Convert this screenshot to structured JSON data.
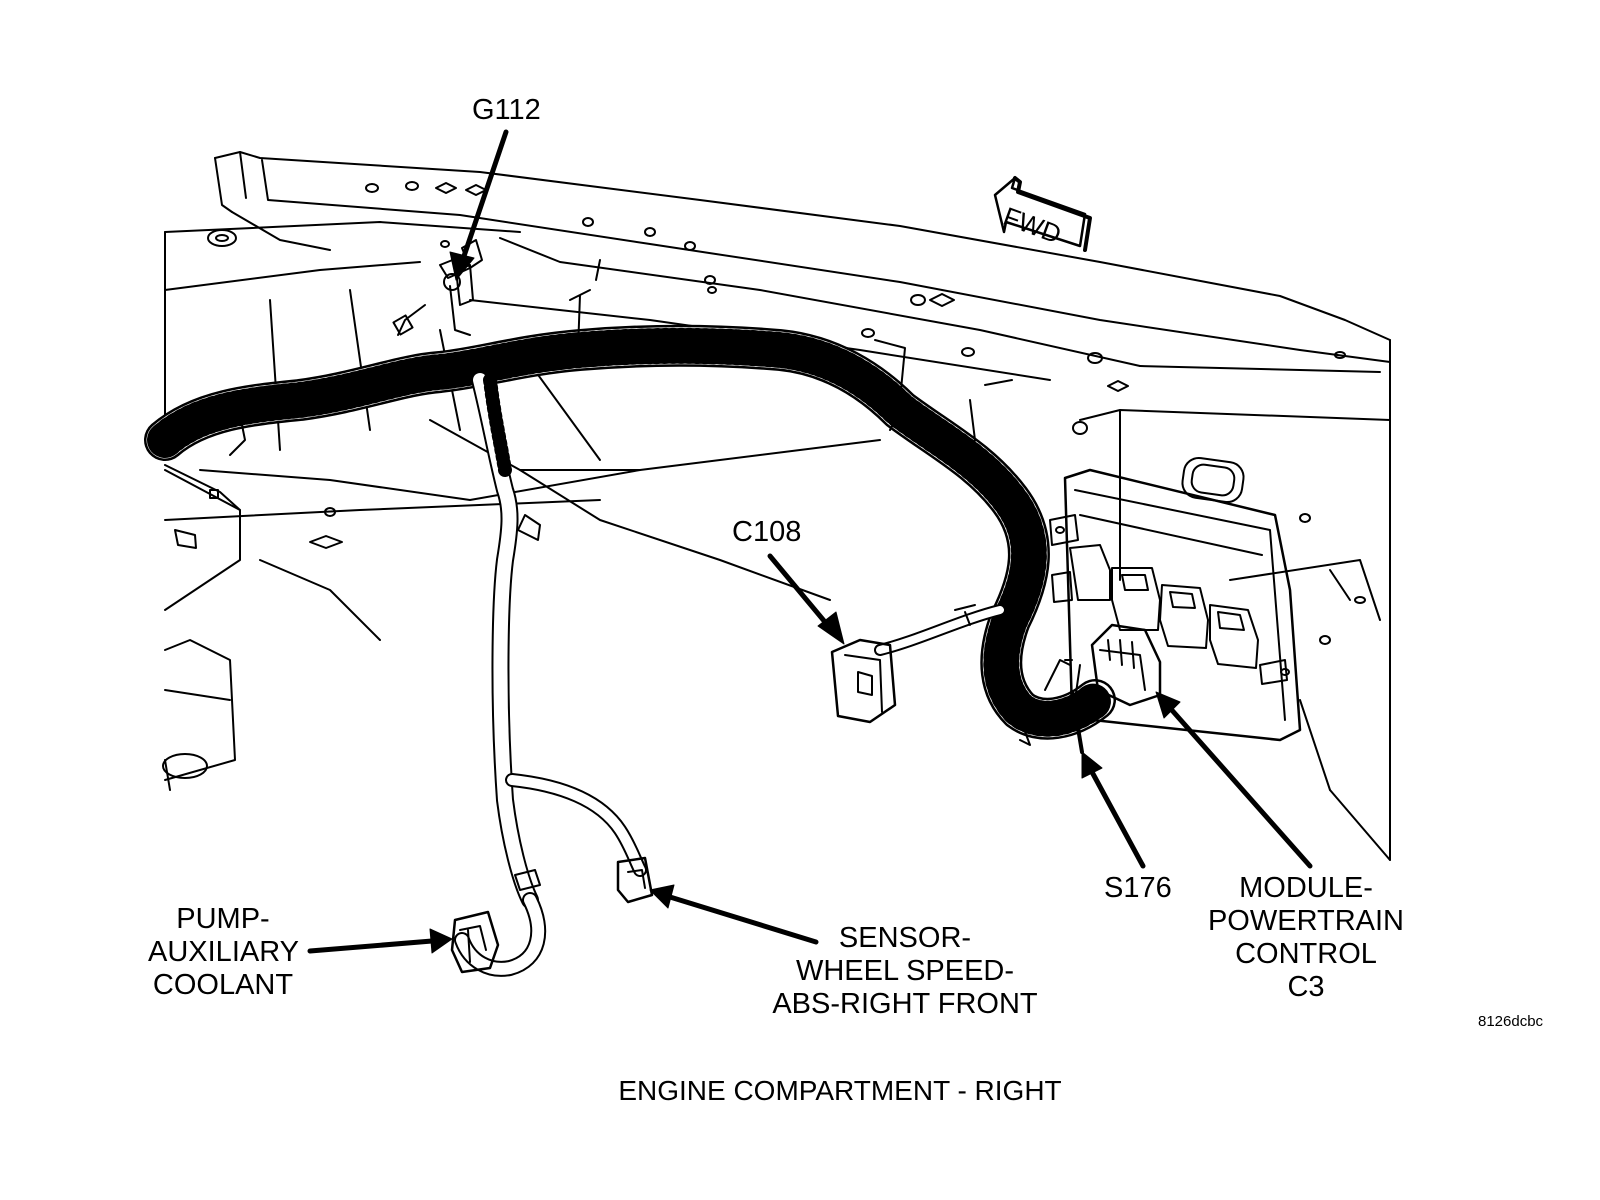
{
  "labels": {
    "g112": "G112",
    "fwd": "FWD",
    "c108": "C108",
    "s176": "S176",
    "pump": [
      "PUMP-",
      "AUXILIARY",
      "COOLANT"
    ],
    "sensor": [
      "SENSOR-",
      "WHEEL SPEED-",
      "ABS-RIGHT FRONT"
    ],
    "module": [
      "MODULE-",
      "POWERTRAIN",
      "CONTROL",
      "C3"
    ]
  },
  "figure_id": "8126dcbc",
  "caption": "ENGINE COMPARTMENT - RIGHT"
}
